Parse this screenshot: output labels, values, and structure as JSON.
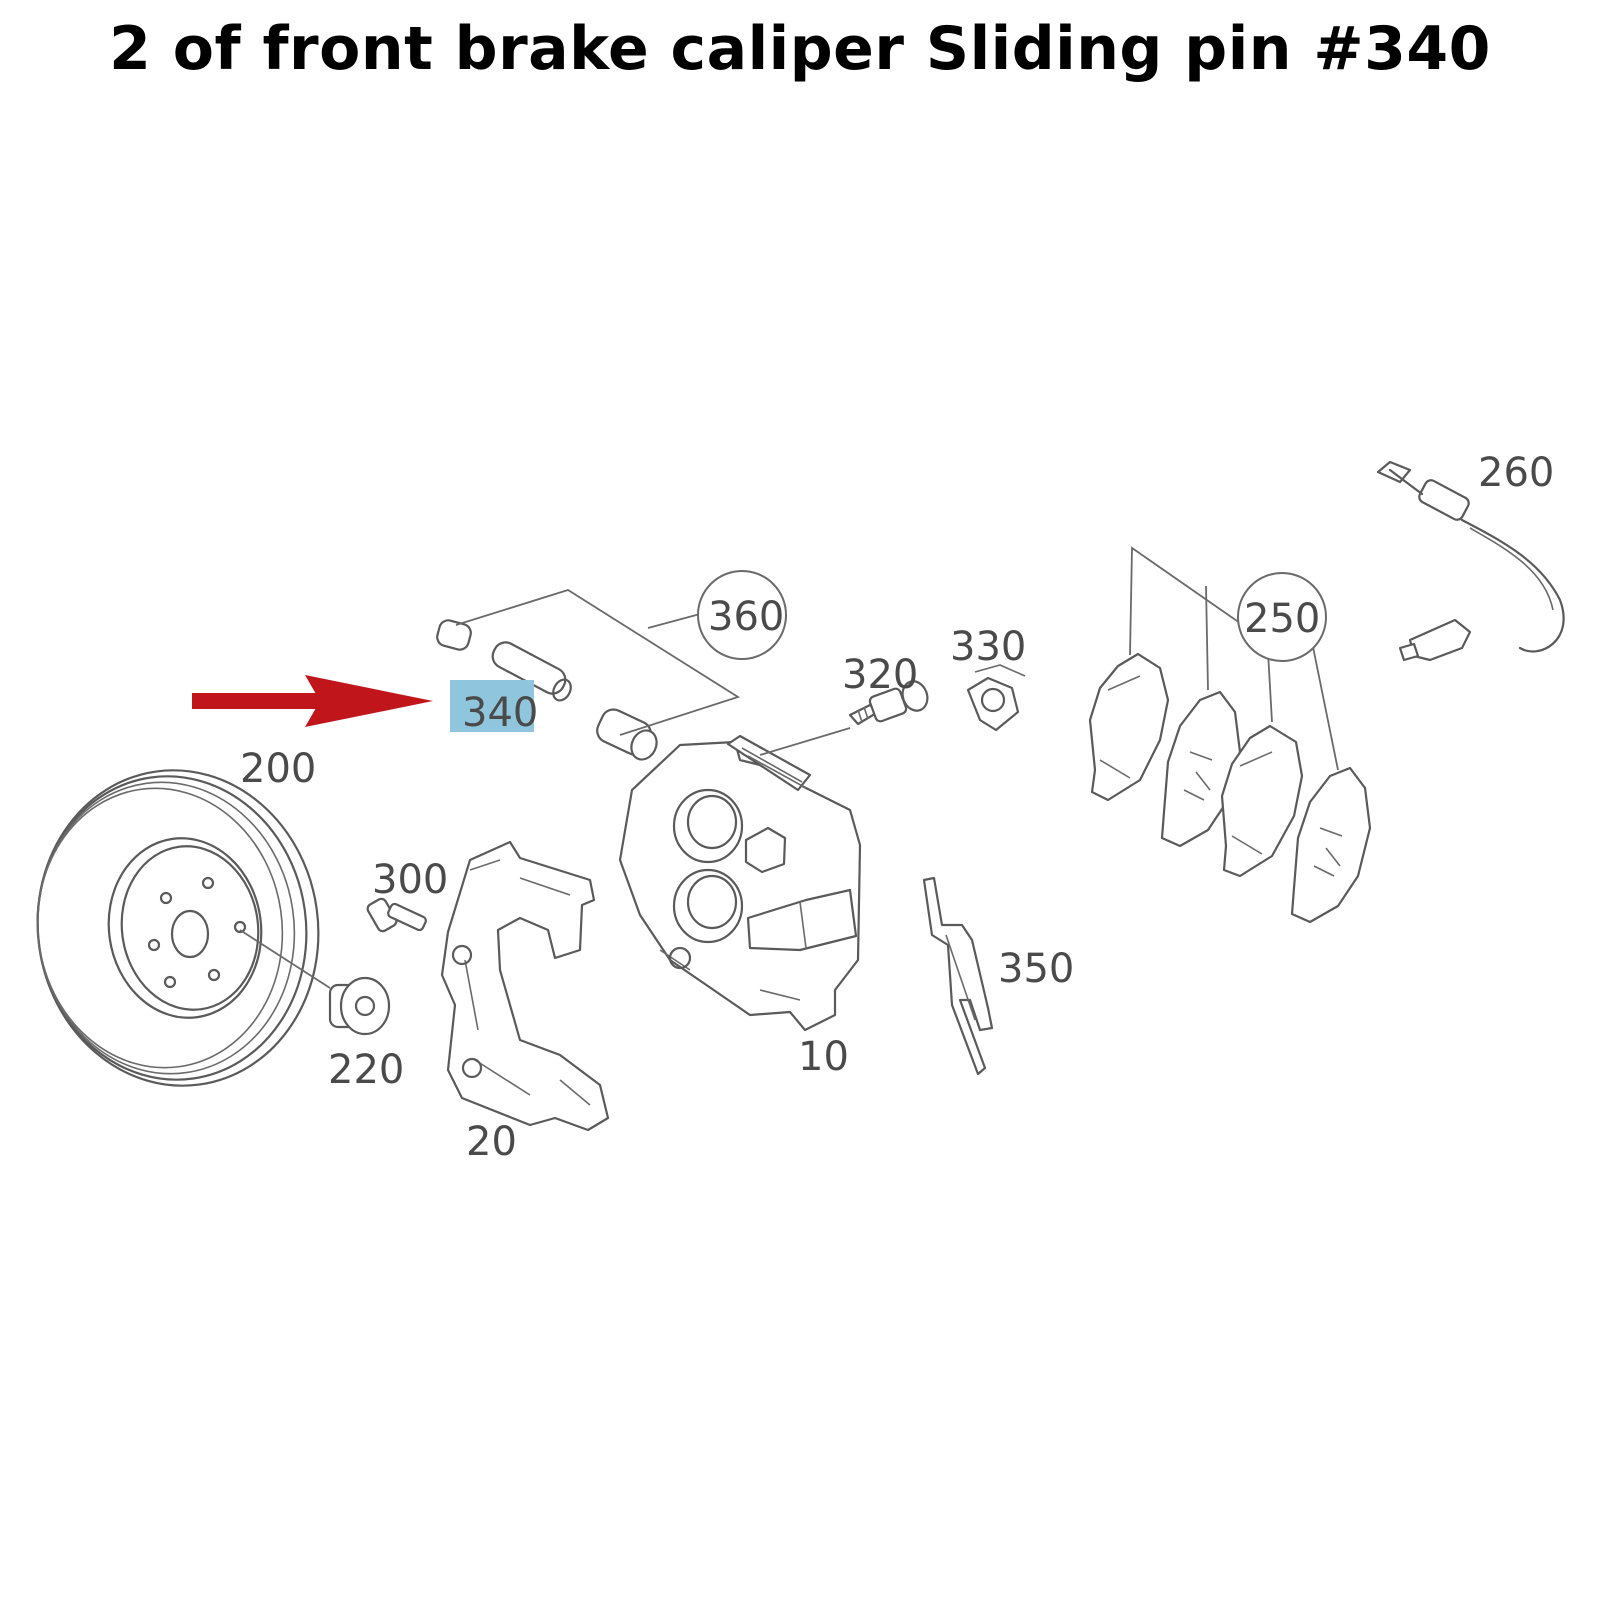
{
  "title": "2 of front brake caliper Sliding pin #340",
  "colors": {
    "highlight": "#8fc6dd",
    "arrow": "#c0161b",
    "line": "#5a5a5a"
  },
  "parts": {
    "p10": "10",
    "p20": "20",
    "p200": "200",
    "p220": "220",
    "p250": "250",
    "p260": "260",
    "p300": "300",
    "p320": "320",
    "p330": "330",
    "p340": "340",
    "p350": "350",
    "p360": "360"
  },
  "highlighted_part": "340"
}
